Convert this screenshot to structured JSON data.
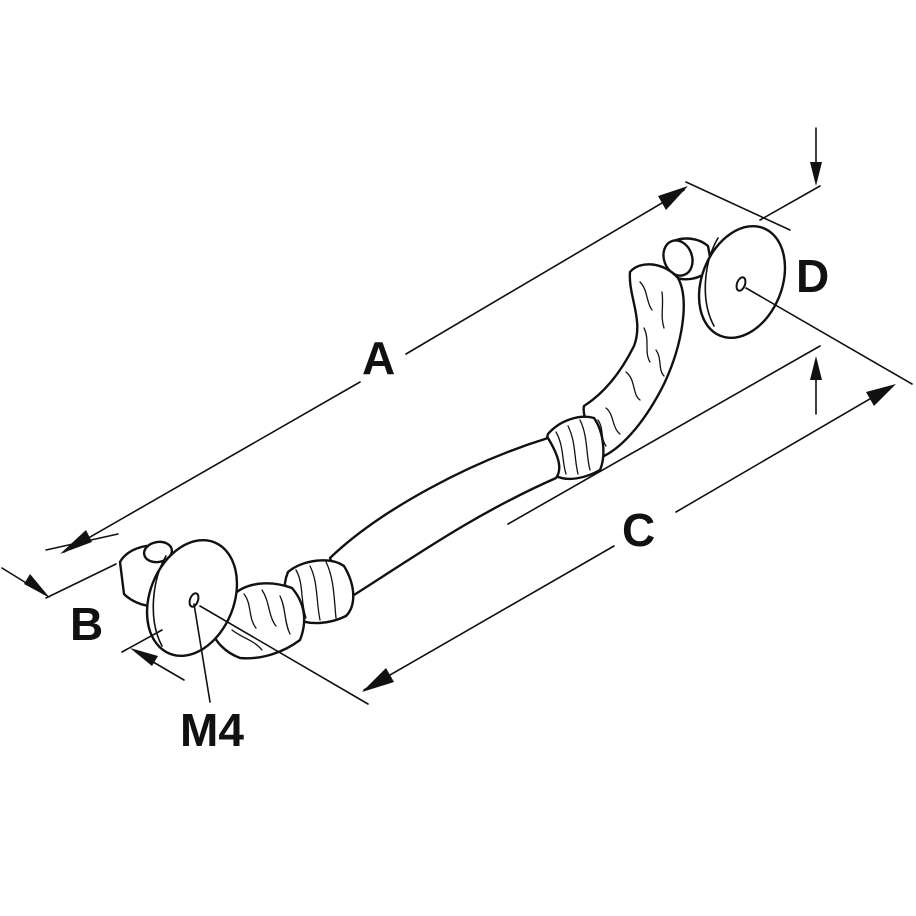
{
  "labels": {
    "a": "A",
    "b": "B",
    "c": "C",
    "d": "D",
    "thread": "M4"
  },
  "colors": {
    "ink": "#111111",
    "background": "#ffffff"
  }
}
